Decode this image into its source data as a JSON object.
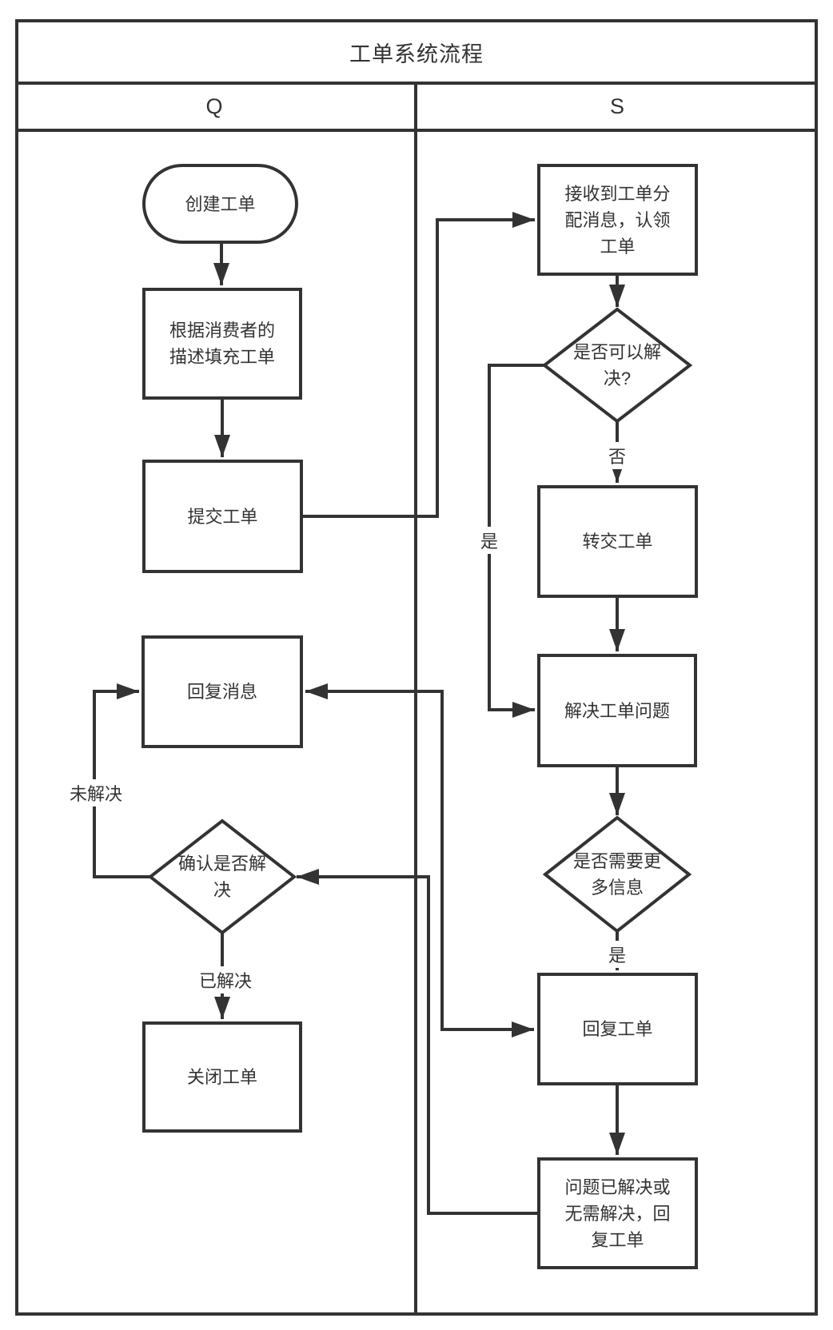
{
  "title": "工单系统流程",
  "lanes": {
    "left": "Q",
    "right": "S"
  },
  "nodes": {
    "start": {
      "type": "terminator",
      "label": "创建工单"
    },
    "fill": {
      "type": "process",
      "lines": [
        "根据消费者的",
        "描述填充工单"
      ]
    },
    "submit": {
      "type": "process",
      "label": "提交工单"
    },
    "reply_message": {
      "type": "process",
      "label": "回复消息"
    },
    "confirm": {
      "type": "decision",
      "lines": [
        "确认是否解",
        "决"
      ]
    },
    "close": {
      "type": "process",
      "label": "关闭工单"
    },
    "receive": {
      "type": "process",
      "lines": [
        "接收到工单分",
        "配消息，认领",
        "工单"
      ]
    },
    "can_resolve": {
      "type": "decision",
      "lines": [
        "是否可以解",
        "决?"
      ]
    },
    "transfer": {
      "type": "process",
      "label": "转交工单"
    },
    "resolve": {
      "type": "process",
      "label": "解决工单问题"
    },
    "need_info": {
      "type": "decision",
      "lines": [
        "是否需要更",
        "多信息"
      ]
    },
    "reply_ticket": {
      "type": "process",
      "label": "回复工单"
    },
    "resolved_reply": {
      "type": "process",
      "lines": [
        "问题已解决或",
        "无需解决，回",
        "复工单"
      ]
    }
  },
  "edge_labels": {
    "no": "否",
    "yes_can_resolve": "是",
    "yes_need_info": "是",
    "unresolved": "未解决",
    "resolved": "已解决"
  },
  "colors": {
    "stroke": "#333333",
    "text": "#333333",
    "background": "#ffffff"
  }
}
